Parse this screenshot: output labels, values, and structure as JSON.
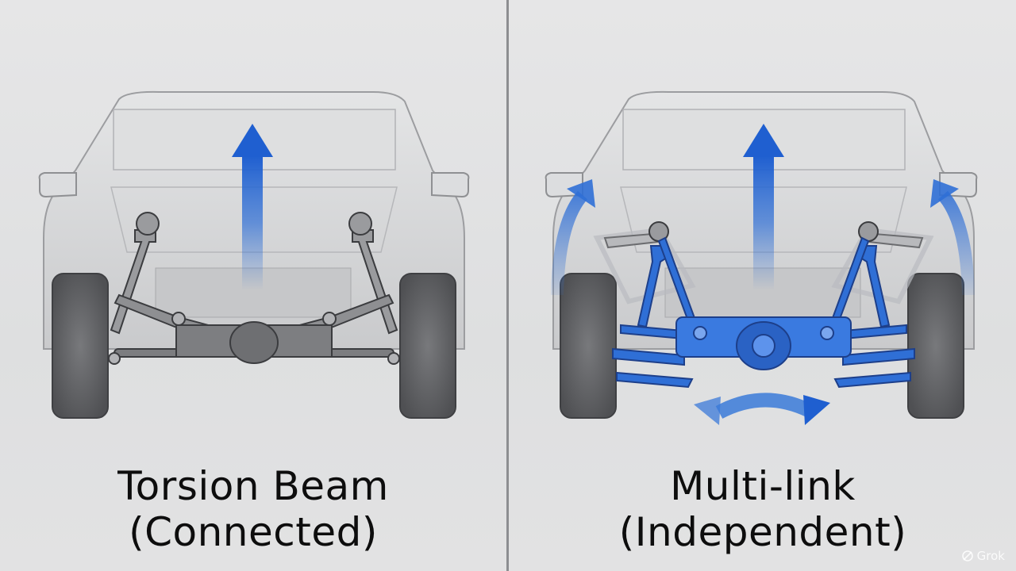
{
  "left_panel": {
    "title_line1": "Torsion Beam",
    "title_line2": "(Connected)"
  },
  "right_panel": {
    "title_line1": "Multi-link",
    "title_line2": "(Independent)"
  },
  "watermark": {
    "label": "Grok",
    "icon": "grok-logo-icon"
  },
  "colors": {
    "background": "#e3e3e4",
    "car_body": "#d4d5d7",
    "tire": "#5f6063",
    "chassis_steel": "#8a8b8e",
    "highlight_blue": "#2f6fd6",
    "arrow_blue": "#1f5fd0",
    "divider": "#8d8e91",
    "caption_text": "#0d0d0d"
  }
}
